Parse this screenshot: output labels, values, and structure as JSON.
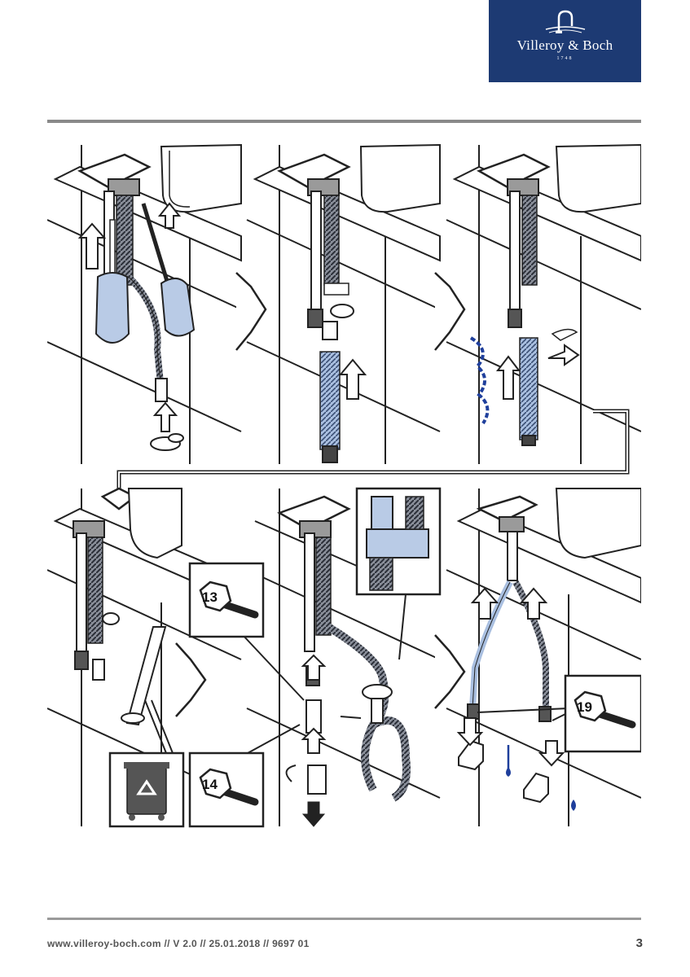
{
  "brand": {
    "name": "Villeroy & Boch",
    "year": "1748",
    "bg_color": "#1d3a73"
  },
  "steps": {
    "wrench_a": "13",
    "wrench_b": "14",
    "wrench_c": "19"
  },
  "icons": [
    "screwdriver-icon",
    "arrow-icon",
    "wrench-icon",
    "recycle-bin-icon",
    "water-drop-icon"
  ],
  "footer": {
    "text": "www.villeroy-boch.com // V 2.0 // 25.01.2018 // 9697 01",
    "page_number": "3"
  }
}
